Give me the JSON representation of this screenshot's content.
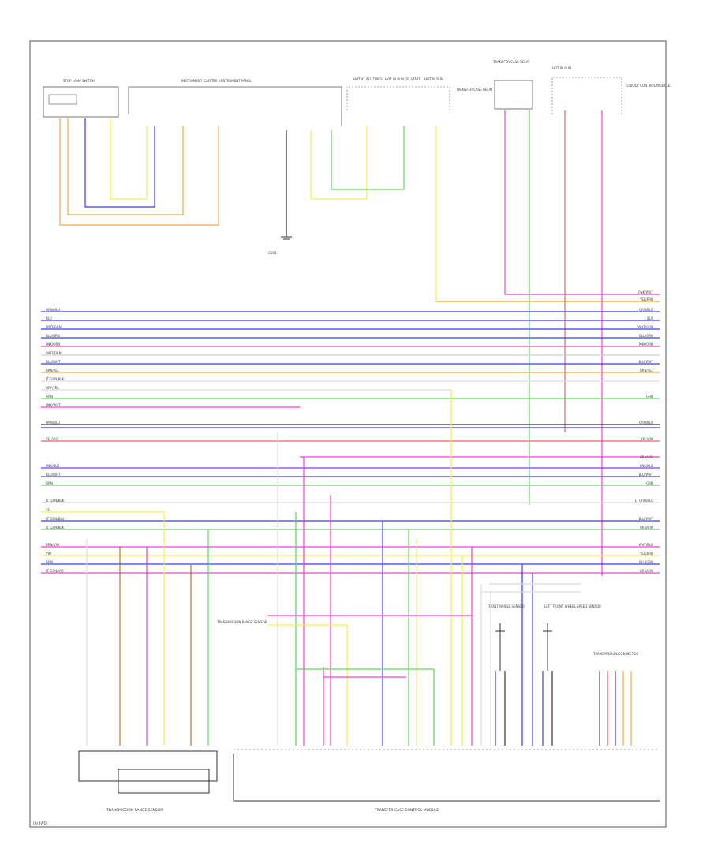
{
  "diagram": {
    "components": {
      "top_left_switch": "STOP LAMP SWITCH",
      "instrument_cluster": "INSTRUMENT CLUSTER (INSTRUMENT PANEL)",
      "hot_fuse_1": "HOT AT ALL TIMES",
      "hot_fuse_2": "HOT IN RUN OR START",
      "hot_fuse_3": "HOT IN RUN",
      "power_relay": "TRANSFER CASE RELAY",
      "hot_fuse_4": "HOT IN RUN",
      "ground": "G201",
      "transmission_range_sensor": "TRANSMISSION RANGE SENSOR",
      "transfer_case_control_module": "TRANSFER CASE CONTROL MODULE",
      "transmission_connector": "TRANSMISSION CONNECTOR",
      "front_wheel_sensor": "FRONT WHEEL SENSOR",
      "left_front_sensor": "LEFT FRONT WHEEL SPEED SENSOR",
      "range_sensor_side": "TRANSMISSION RANGE SENSOR",
      "right_connector_note": "TO BODY CONTROL MODULE",
      "footer_code": "CH 4WD"
    },
    "bus_labels_left": [
      "ORN/BLU",
      "BLU",
      "WHT/GRN",
      "BLU/GRN",
      "PNK/ORN",
      "WHT/ORN",
      "BLU/WHT",
      "BRN/YEL",
      "LT GRN/BLK",
      "GRY/YEL",
      "GRN",
      "PNK/WHT",
      "ORN/BLU",
      "YEL/VIO",
      "PNK/BLU",
      "BLU/WHT",
      "GRN",
      "LT GRN/BLK",
      "YEL",
      "LT GRN/BLU",
      "LT GRN/BLK",
      "BRN/VIO",
      "VIO",
      "GRN",
      "LT GRN/VIO"
    ],
    "bus_labels_right": [
      "PNK/WHT",
      "YEL/BRN",
      "ORN/BLU",
      "BLU",
      "WHT/GRN",
      "BLU/GRN",
      "PNK/ORN",
      "BLU/WHT",
      "BRN/YEL",
      "GRN",
      "ORN/BLU",
      "YEL/VIO",
      "BRN/VIO",
      "PNK/BLU",
      "BLU/WHT",
      "GRN",
      "LT GRN/BLK",
      "BLU/WHT",
      "BRN/VIO",
      "WHT/BLU",
      "YEL/BRN",
      "BLU/GRN",
      "GRN/VIO"
    ],
    "colors": {
      "orange": "#f5a64a",
      "blue": "#3b3bff",
      "yellow": "#f2f24a",
      "green": "#5ed65e",
      "pink": "#ff3dd6",
      "red": "#ff5a5a",
      "brown": "#b07a2a",
      "gray": "#8a8a8a",
      "violet": "#7a3dff",
      "dark": "#333333"
    }
  }
}
